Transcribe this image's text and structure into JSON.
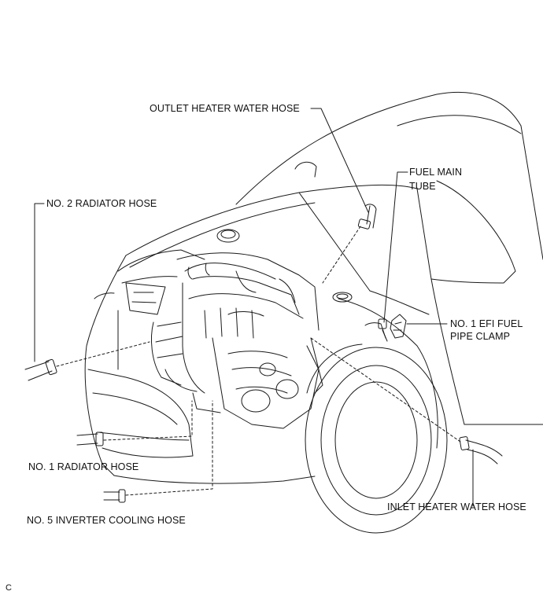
{
  "labels": {
    "outlet_heater_water_hose": "OUTLET HEATER WATER HOSE",
    "fuel_main_tube_line1": "FUEL MAIN",
    "fuel_main_tube_line2": "TUBE",
    "no2_radiator_hose": "NO. 2 RADIATOR HOSE",
    "no1_efi_fuel_pipe_clamp_line1": "NO. 1 EFI FUEL",
    "no1_efi_fuel_pipe_clamp_line2": "PIPE CLAMP",
    "no1_radiator_hose": "NO. 1 RADIATOR HOSE",
    "inlet_heater_water_hose": "INLET HEATER WATER HOSE",
    "no5_inverter_cooling_hose": "NO. 5 INVERTER COOLING HOSE"
  },
  "corner_code": "C",
  "colors": {
    "line": "#1a1a1a",
    "background": "#ffffff"
  }
}
